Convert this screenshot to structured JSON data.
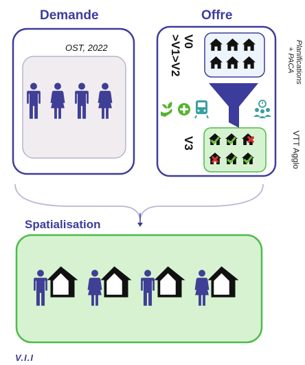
{
  "demande": {
    "title": "Demande",
    "source": "OST, 2022"
  },
  "offre": {
    "title": "Offre",
    "scenarios": [
      "V0",
      ">V1>V2"
    ],
    "result": "V3",
    "side_top": [
      "Planifications",
      "+ PACA"
    ],
    "side_bottom": "VTT Agglo"
  },
  "spatialisation": {
    "title": "Spatialisation"
  },
  "footer": "V.I.I",
  "icons": {
    "people": [
      "man-icon",
      "woman-icon",
      "man-icon",
      "woman-icon"
    ],
    "constraints": [
      "plant-hand-icon",
      "health-cross-icon",
      "train-icon",
      "community-icon"
    ],
    "funnel": "funnel-icon"
  },
  "colors": {
    "frame": "#3c3c9c",
    "title": "#3c3c9c",
    "demand_box": "#f1ecf0",
    "supply_box": "#eef4fb",
    "green": "#4dbb4a",
    "green_fill": "#d7f2d1",
    "people": "#3f3f95",
    "funnel": "#3c3c9c",
    "icon_green": "#55b32f",
    "icon_teal": "#3a9ea3"
  }
}
